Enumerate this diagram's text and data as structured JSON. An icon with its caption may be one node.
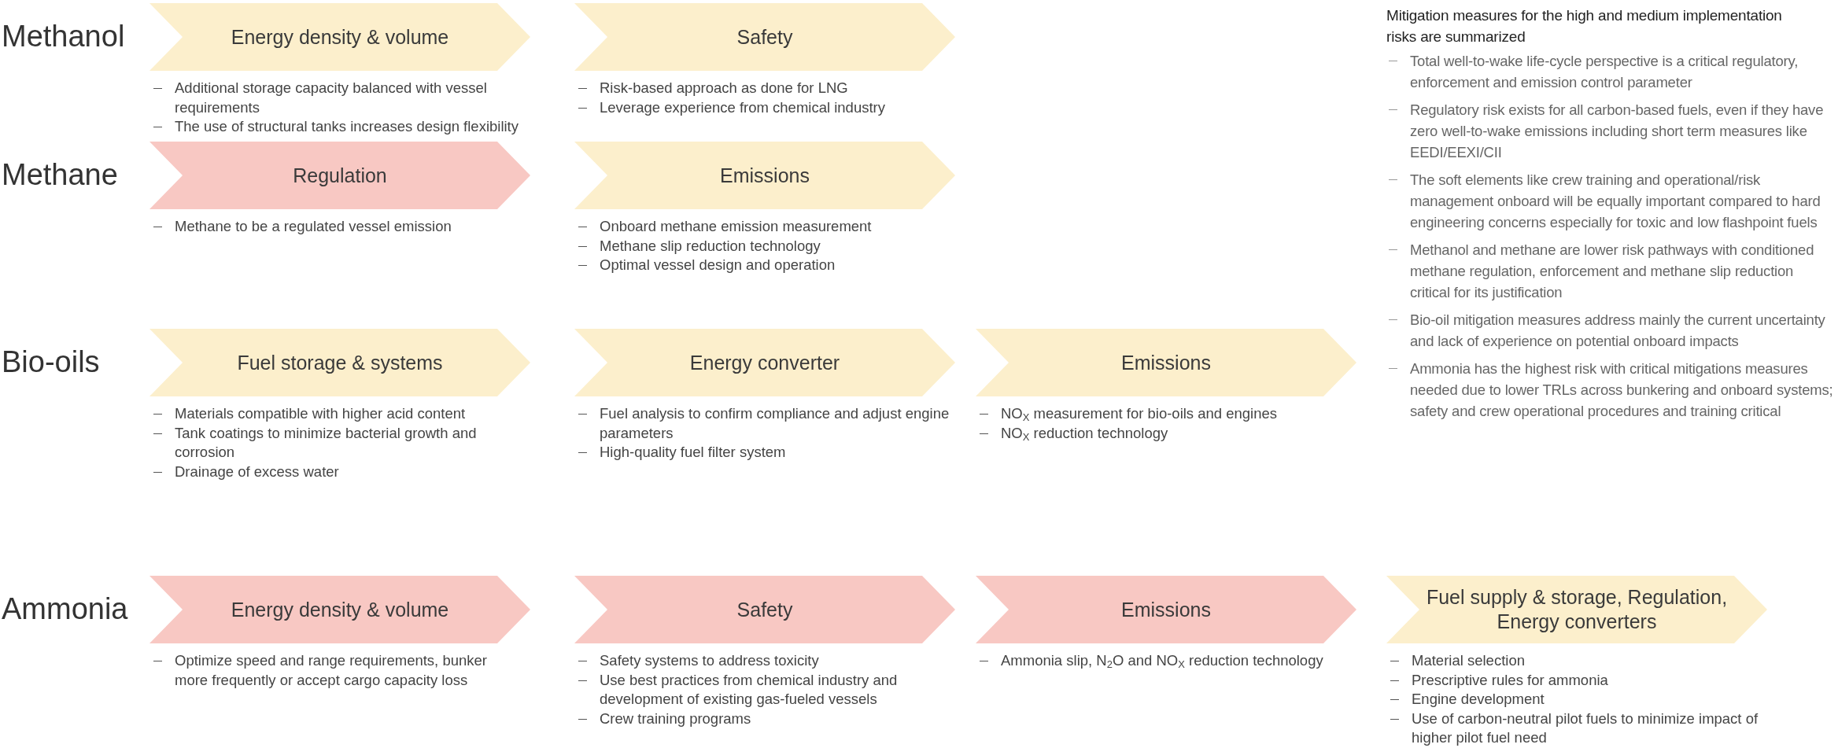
{
  "diagram": {
    "nodes": [
      {
        "text": [
          "Energy density & volume"
        ],
        "beside": [
          "Additional storage capacity balanced with vessel requirements",
          "The use of structural tanks increases design flexibility"
        ]
      },
      {
        "text": [
          "Safety"
        ],
        "beside": [
          "Risk-based approach as done for LNG",
          "Leverage experience from chemical industry"
        ]
      },
      {
        "text": [
          "Regulation"
        ],
        "beside": [
          "Methane to be a regulated vessel emission"
        ]
      },
      {
        "text": [
          "Emissions"
        ],
        "beside": [
          "Onboard methane emission measurement",
          "Methane slip reduction technology",
          "Optimal vessel design and operation"
        ]
      },
      {
        "text": [
          "Fuel storage & systems"
        ],
        "beside": [
          "Materials compatible with higher acid content",
          "Tank coatings to minimize bacterial growth and corrosion",
          "Drainage of excess water"
        ]
      },
      {
        "text": [
          "Energy converter"
        ],
        "beside": [
          "Fuel analysis to confirm compliance and adjust engine parameters",
          "High-quality fuel filter system"
        ]
      },
      {
        "text": [
          "Emissions"
        ],
        "beside": [
          "NO$_{X}$ measurement for bio-oils and engines",
          "NO$_{X}$ reduction technology"
        ]
      },
      {
        "text": [
          "Energy density & volume"
        ],
        "beside": [
          "Optimize speed and range requirements, bunker more frequently or accept cargo capacity loss"
        ]
      },
      {
        "text": [
          "Safety"
        ],
        "beside": [
          "Safety systems to address toxicity",
          "Use best practices from chemical industry and development of existing gas-fueled vessels",
          "Crew training programs"
        ]
      },
      {
        "text": [
          "Emissions"
        ],
        "beside": [
          "Ammonia slip, N$_{2}$O and NO$_{X}$ reduction technology"
        ]
      },
      {
        "text": [
          "Fuel supply & storage, Regulation, Energy converters"
        ],
        "beside": [
          "Material selection",
          "Prescriptive rules for ammonia",
          "Engine development",
          "Use of carbon-neutral pilot fuels to minimize impact of higher pilot fuel need"
        ]
      }
    ],
    "labels": [
      "Methanol",
      "Methane",
      "Bio-oils",
      "Ammonia",
      "Mitigation measures for the high and medium implementation risks are summarized",
      "Total well-to-wake life-cycle perspective is a critical regulatory, enforcement and emission control parameter",
      "Regulatory risk exists for all carbon-based fuels, even if they have zero well-to-wake emissions including short term measures like EEDI/EEXI/CII",
      "The soft elements like crew training and operational/risk management onboard will be equally important compared to hard engineering concerns especially for toxic and low flashpoint fuels",
      "Methanol and methane are lower risk pathways with conditioned methane regulation, enforcement and methane slip reduction critical for its justification",
      "Bio-oil mitigation measures address mainly the current uncertainty and lack of experience on potential onboard impacts",
      "Ammonia has the highest risk with critical mitigations measures needed due to lower TRLs across bunkering and onboard systems; safety and crew operational procedures and training critical"
    ]
  }
}
